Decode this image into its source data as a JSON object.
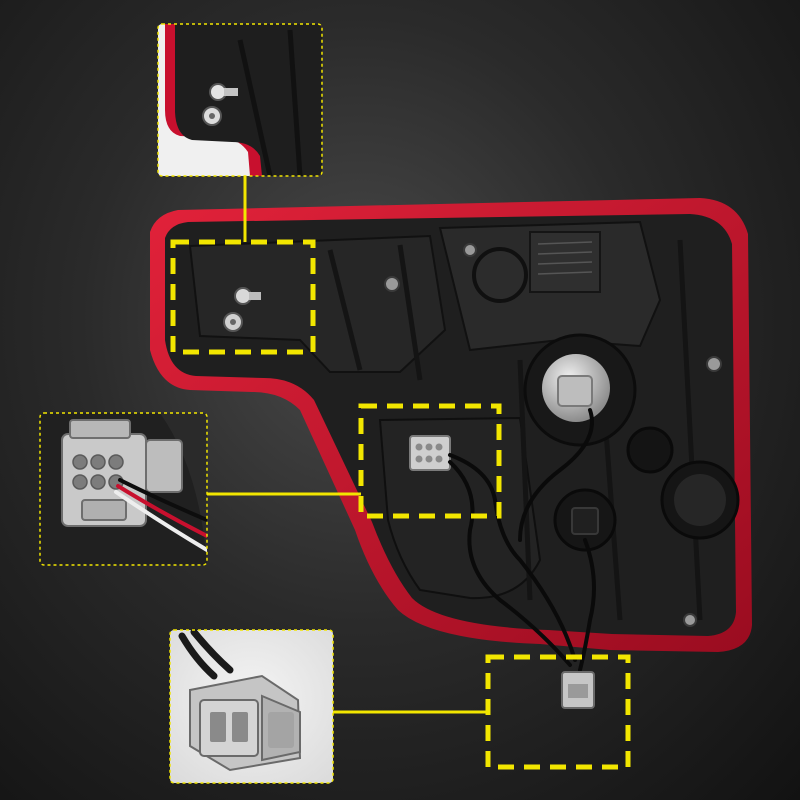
{
  "scene": {
    "subject": "tail-light-assembly-rear-view",
    "colors": {
      "background_center": "#4a4a4a",
      "background_edge": "#121212",
      "lens_red": "#c8102e",
      "housing": "#1c1c1c",
      "highlight_yellow": "#f2e600",
      "connector_grey": "#c9c9c9"
    }
  },
  "callouts": [
    {
      "id": "mounting-studs",
      "icon": "mounting-stud-icon"
    },
    {
      "id": "harness-connector",
      "icon": "connector-plug-icon"
    },
    {
      "id": "pigtail-connector",
      "icon": "connector-plug-icon"
    }
  ]
}
